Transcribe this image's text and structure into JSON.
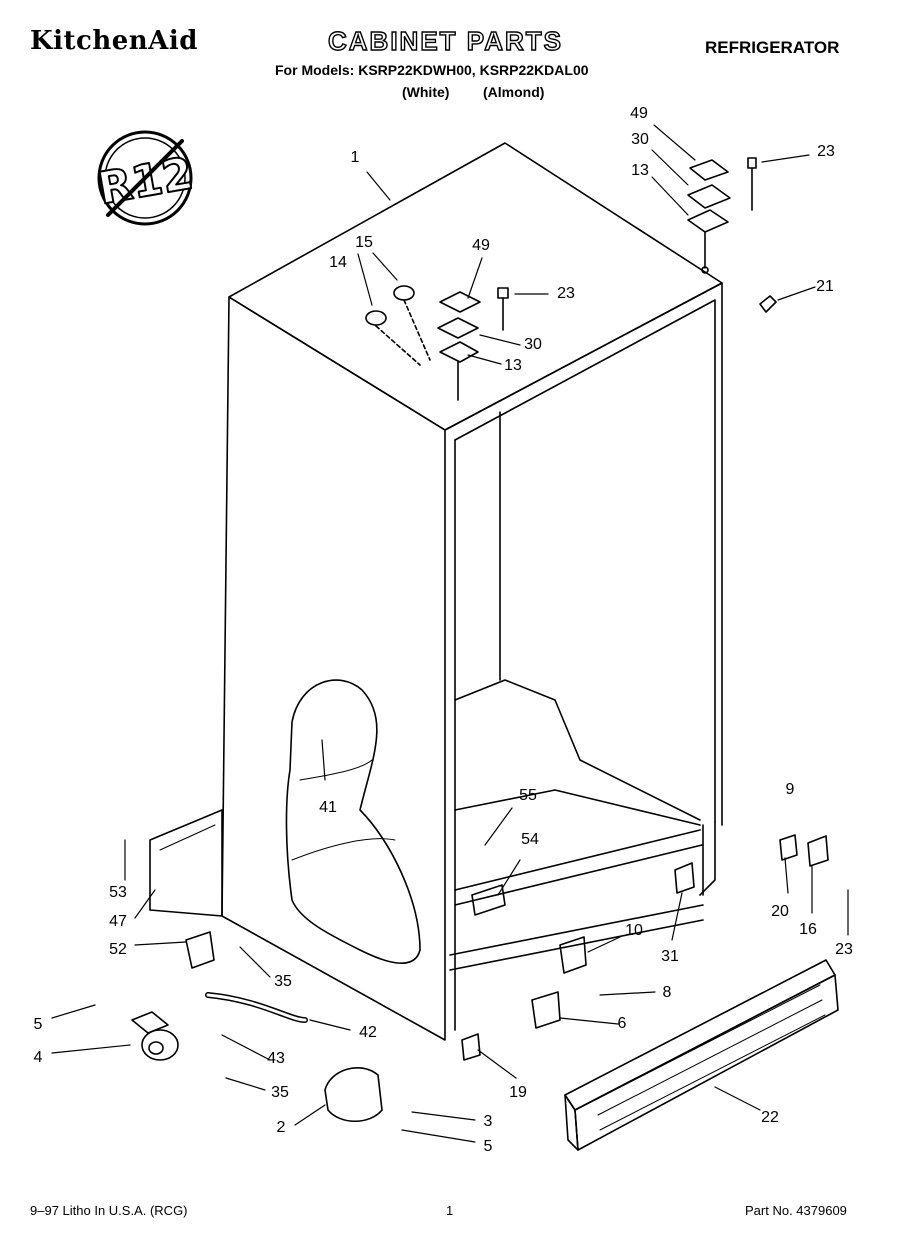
{
  "header": {
    "brand": "KitchenAid",
    "title": "CABINET PARTS",
    "category": "REFRIGERATOR",
    "models_line": "For Models: KSRP22KDWH00, KSRP22KDAL00",
    "variant_white": "(White)",
    "variant_almond": "(Almond)"
  },
  "badge": {
    "text": "R12",
    "meaning": "no-R12-refrigerant symbol"
  },
  "callouts": {
    "c1": "1",
    "c2": "2",
    "c3": "3",
    "c4": "4",
    "c5a": "5",
    "c5b": "5",
    "c6": "6",
    "c8": "8",
    "c9": "9",
    "c10": "10",
    "c13a": "13",
    "c13b": "13",
    "c14": "14",
    "c15": "15",
    "c16": "16",
    "c19": "19",
    "c20": "20",
    "c21": "21",
    "c22": "22",
    "c23a": "23",
    "c23b": "23",
    "c23c": "23",
    "c30a": "30",
    "c30b": "30",
    "c31": "31",
    "c35a": "35",
    "c35b": "35",
    "c41": "41",
    "c42": "42",
    "c43": "43",
    "c47": "47",
    "c49a": "49",
    "c49b": "49",
    "c52": "52",
    "c53": "53",
    "c54": "54",
    "c55": "55"
  },
  "footer": {
    "litho": "9–97 Litho In U.S.A. (RCG)",
    "page": "1",
    "part_no": "Part No. 4379609"
  }
}
